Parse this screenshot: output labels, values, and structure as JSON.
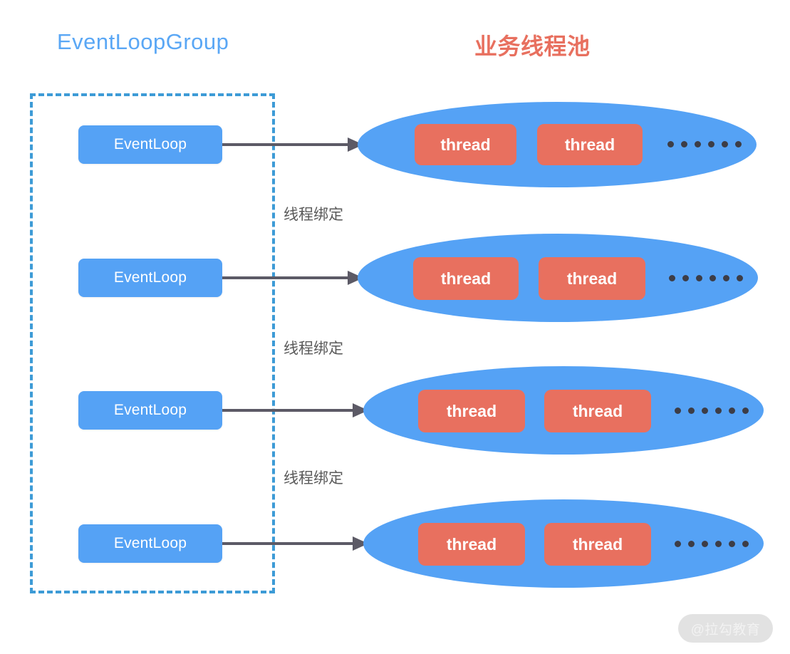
{
  "diagram": {
    "background_color": "#ffffff",
    "titles": {
      "left": "EventLoopGroup",
      "left_color": "#5AA7F5",
      "right": "业务线程池",
      "right_color": "#E8705F"
    },
    "group_box": {
      "border_color": "#3D9BD6",
      "border_style": "dashed"
    },
    "eventloops": [
      {
        "label": "EventLoop"
      },
      {
        "label": "EventLoop"
      },
      {
        "label": "EventLoop"
      },
      {
        "label": "EventLoop"
      }
    ],
    "binding_labels": [
      {
        "text": "线程绑定"
      },
      {
        "text": "线程绑定"
      },
      {
        "text": "线程绑定"
      }
    ],
    "pools": [
      {
        "threads": [
          {
            "label": "thread"
          },
          {
            "label": "thread"
          }
        ],
        "ellipsis_dots": 6
      },
      {
        "threads": [
          {
            "label": "thread"
          },
          {
            "label": "thread"
          }
        ],
        "ellipsis_dots": 6
      },
      {
        "threads": [
          {
            "label": "thread"
          },
          {
            "label": "thread"
          }
        ],
        "ellipsis_dots": 6
      },
      {
        "threads": [
          {
            "label": "thread"
          },
          {
            "label": "thread"
          }
        ],
        "ellipsis_dots": 6
      }
    ],
    "colors": {
      "eventloop_fill": "#55A2F5",
      "pool_fill": "#55A2F5",
      "thread_fill": "#E8705F",
      "arrow": "#5C5A66",
      "dot": "#3D3D46",
      "label_text": "#5A5A5A"
    },
    "watermark": {
      "text": "@拉勾教育"
    }
  }
}
